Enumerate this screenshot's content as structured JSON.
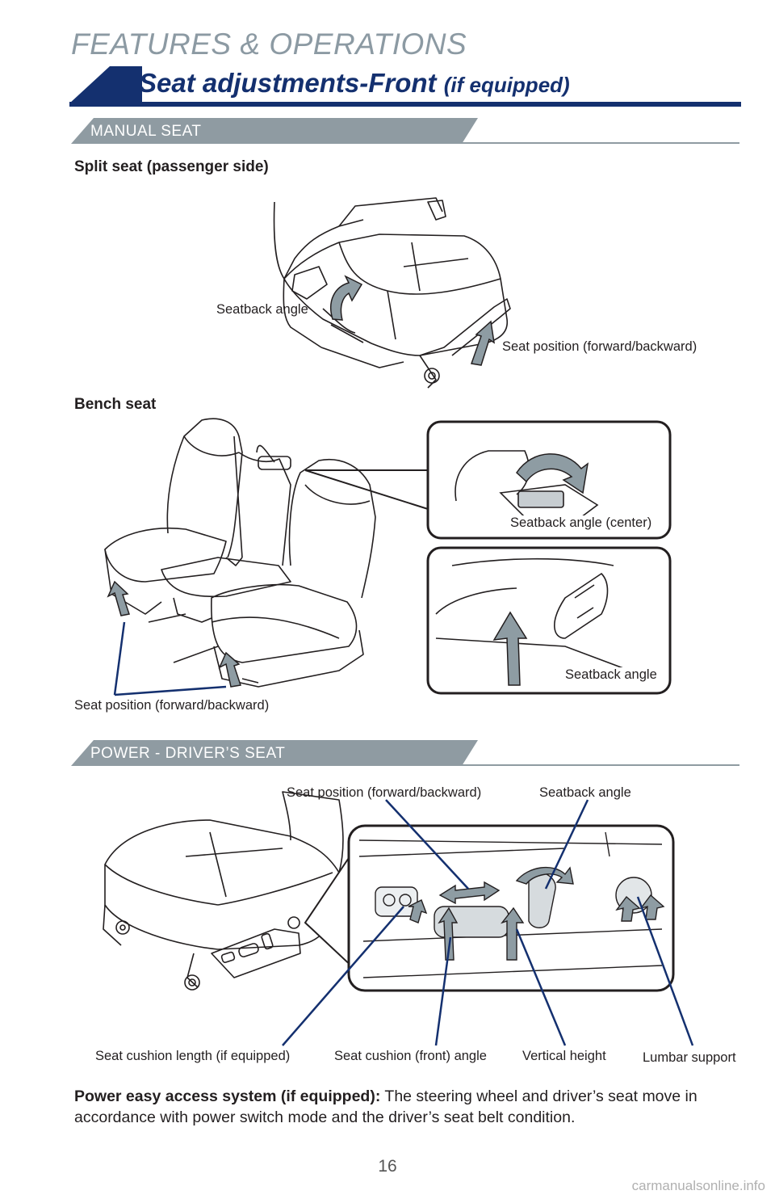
{
  "header": {
    "category": "FEATURES & OPERATIONS"
  },
  "section": {
    "title": "Seat adjustments-Front",
    "title_suffix": "(if equipped)"
  },
  "manual_seat": {
    "tab_label": "MANUAL SEAT",
    "split_seat": {
      "heading": "Split seat (passenger side)",
      "labels": {
        "seatback_angle": "Seatback angle",
        "seat_position": "Seat position (forward/backward)"
      }
    },
    "bench_seat": {
      "heading": "Bench seat",
      "labels": {
        "seatback_angle_center": "Seatback angle (center)",
        "seatback_angle": "Seatback angle",
        "seat_position": "Seat position (forward/backward)"
      }
    }
  },
  "power_seat": {
    "tab_label": "POWER - DRIVER’S SEAT",
    "labels": {
      "seat_position": "Seat position (forward/backward)",
      "seatback_angle": "Seatback angle",
      "cushion_length": "Seat cushion length (if equipped)",
      "cushion_front_angle": "Seat cushion (front) angle",
      "vertical_height": "Vertical height",
      "lumbar_support": "Lumbar support"
    }
  },
  "power_easy_access": {
    "lead": "Power easy access system (if equipped):",
    "text": "The steering wheel and driver’s seat move in accordance with power switch mode and the driver’s seat belt condition."
  },
  "page_number": "16",
  "watermark": "carmanualsonline.info",
  "colors": {
    "navy": "#14306f",
    "gray_tab": "#8f9ba2",
    "arrow_gray": "#8e9ca3"
  }
}
